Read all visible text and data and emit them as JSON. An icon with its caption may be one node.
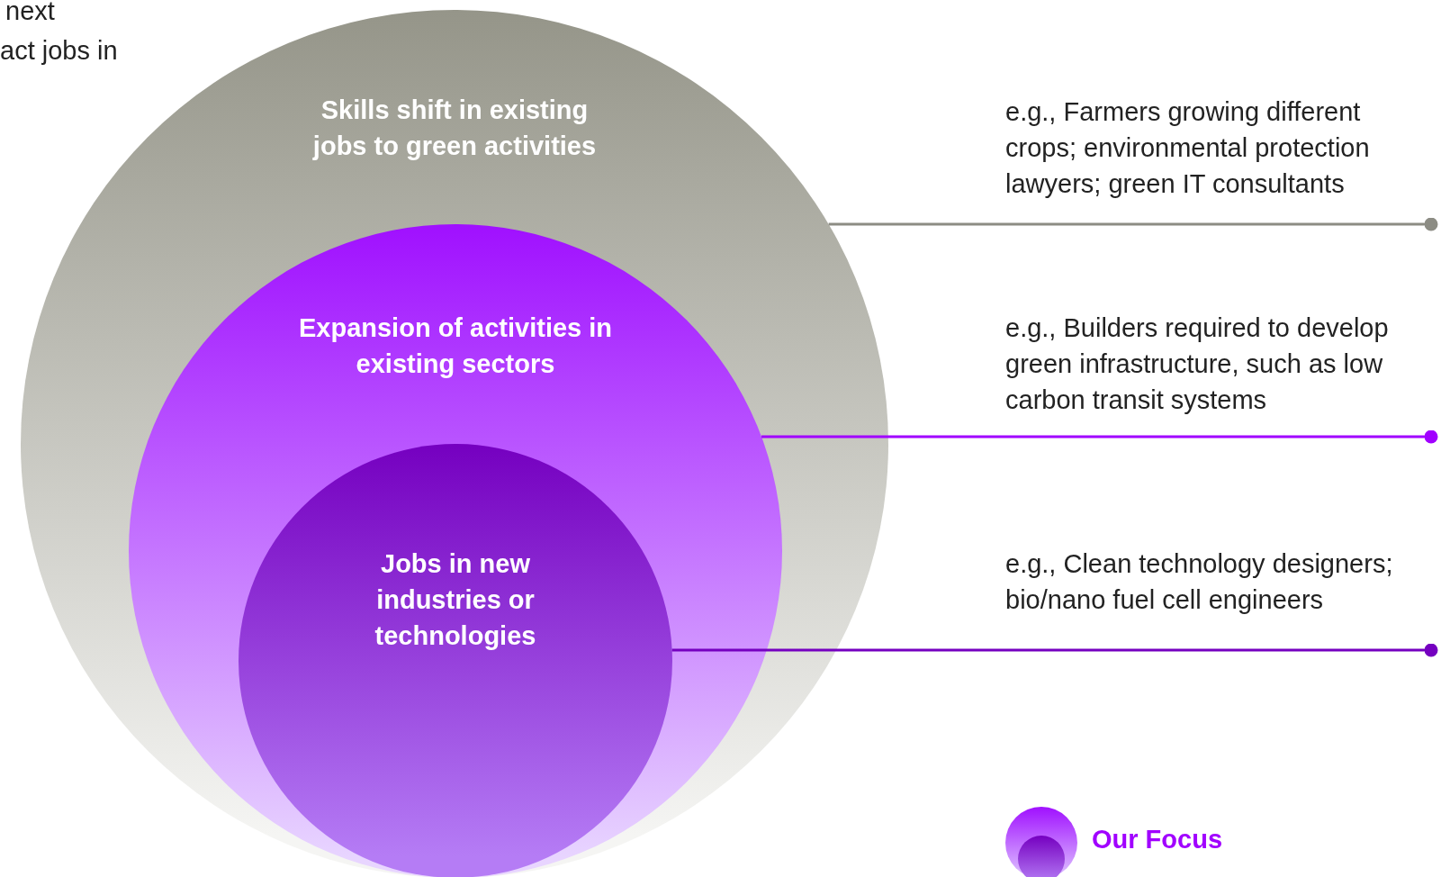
{
  "diagram": {
    "nodes": [
      {
        "text": [
          "Skills shift in existing jobs to green activities"
        ]
      },
      {
        "text": [
          "Expansion of activities in existing sectors"
        ],
        "in": 0
      },
      {
        "text": [
          "Jobs in new industries or technologies"
        ],
        "in": 1
      },
      {
        "text": [
          "e.g., Farmers growing different crops; environmental protection lawyers; green IT consultants"
        ]
      },
      {
        "text": [
          "e.g., Builders required to develop green infrastructure, such as low carbon transit systems"
        ]
      },
      {
        "text": [
          "e.g., Clean technology designers; bio/nano fuel cell engineers"
        ]
      }
    ],
    "edges": [
      {
        "from": 0,
        "to": 3,
        "arrow": "other",
        "color": "#8c8c84"
      },
      {
        "from": 1,
        "to": 4,
        "arrow": "other",
        "color": "#a100ff"
      },
      {
        "from": 2,
        "to": 5,
        "arrow": "other",
        "color": "#7500c0"
      }
    ],
    "labels": [
      "next",
      "act jobs in"
    ],
    "legend": [
      {
        "text": "Our Focus"
      }
    ]
  }
}
